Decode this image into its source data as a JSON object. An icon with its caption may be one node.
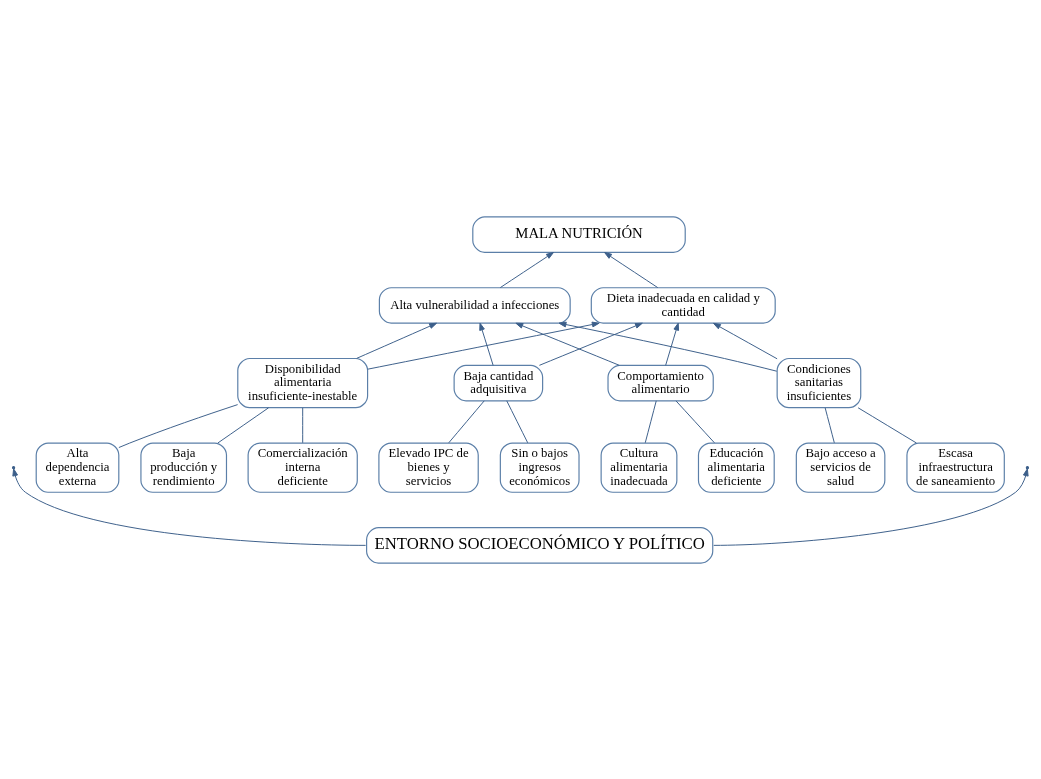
{
  "diagram": {
    "nodes": [
      {
        "text": [
          "MALA NUTRICIÓN"
        ]
      },
      {
        "text": [
          "Dieta inadecuada en calidad y cantidad"
        ]
      },
      {
        "text": [
          "Alta vulnerabilidad a infecciones"
        ]
      },
      {
        "text": [
          "Disponibilidad alimentaria insuficiente-inestable"
        ]
      },
      {
        "text": [
          "Baja cantidad adquisitiva"
        ]
      },
      {
        "text": [
          "Comportamiento alimentario"
        ]
      },
      {
        "text": [
          "Condiciones sanitarias insuficientes"
        ]
      },
      {
        "text": [
          "Alta dependencia externa"
        ]
      },
      {
        "text": [
          "Baja producción y rendimiento"
        ]
      },
      {
        "text": [
          "Comercialización interna deficiente"
        ]
      },
      {
        "text": [
          "Sin o bajos ingresos económicos"
        ]
      },
      {
        "text": [
          "Elevado IPC de bienes y servicios"
        ]
      },
      {
        "text": [
          "Educación alimentaria deficiente"
        ]
      },
      {
        "text": [
          "Cultura alimentaria inadecuada"
        ]
      },
      {
        "text": [
          "Escasa infraestructura de saneamiento"
        ]
      },
      {
        "text": [
          "Bajo acceso a servicios de salud"
        ]
      },
      {
        "text": [
          "ENTORNO SOCIOECONÓMICO Y POLÍTICO"
        ]
      }
    ],
    "edges": [
      {
        "from": 1,
        "to": 0,
        "arrow": "to"
      },
      {
        "from": 2,
        "to": 0,
        "arrow": "to"
      },
      {
        "from": 3,
        "to": 1,
        "arrow": "to"
      },
      {
        "from": 4,
        "to": 1,
        "arrow": "to"
      },
      {
        "from": 5,
        "to": 1,
        "arrow": "to"
      },
      {
        "from": 6,
        "to": 1,
        "arrow": "to"
      },
      {
        "from": 3,
        "to": 2,
        "arrow": "to"
      },
      {
        "from": 4,
        "to": 2,
        "arrow": "to"
      },
      {
        "from": 5,
        "to": 2,
        "arrow": "to"
      },
      {
        "from": 6,
        "to": 2,
        "arrow": "to"
      },
      {
        "from": 3,
        "to": 7,
        "arrow": "none"
      },
      {
        "from": 3,
        "to": 8,
        "arrow": "none"
      },
      {
        "from": 3,
        "to": 9,
        "arrow": "none"
      },
      {
        "from": 4,
        "to": 10,
        "arrow": "none"
      },
      {
        "from": 4,
        "to": 11,
        "arrow": "none"
      },
      {
        "from": 5,
        "to": 12,
        "arrow": "none"
      },
      {
        "from": 5,
        "to": 13,
        "arrow": "none"
      },
      {
        "from": 6,
        "to": 14,
        "arrow": "none"
      },
      {
        "from": 6,
        "to": 15,
        "arrow": "none"
      },
      {
        "from": 16,
        "to": null,
        "arrow": "to"
      },
      {
        "from": 16,
        "to": null,
        "arrow": "to"
      }
    ]
  }
}
